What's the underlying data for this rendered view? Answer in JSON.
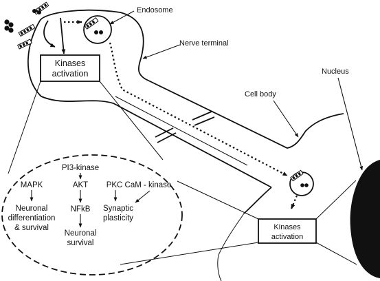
{
  "labels": {
    "endosome": "Endosome",
    "nerve_terminal": "Nerve terminal",
    "nucleus": "Nucleus",
    "cell_body": "Cell body"
  },
  "kinase_box_top": [
    "Kinases",
    "activation"
  ],
  "kinase_box_bottom": [
    "Kinases",
    "activation"
  ],
  "pathways": {
    "pi3_kinase": "PI3-kinase",
    "akt": "AKT",
    "nfkb": "NFkB",
    "neuronal_survival": [
      "Neuronal",
      "survival"
    ],
    "mapk": "MAPK",
    "neuronal_differentiation": [
      "Neuronal",
      "differentiation",
      "& survival"
    ],
    "pkc_cam_kinase": "PKC CaM - kinase",
    "synaptic_plasticity": [
      "Synaptic",
      "plasticity"
    ]
  }
}
